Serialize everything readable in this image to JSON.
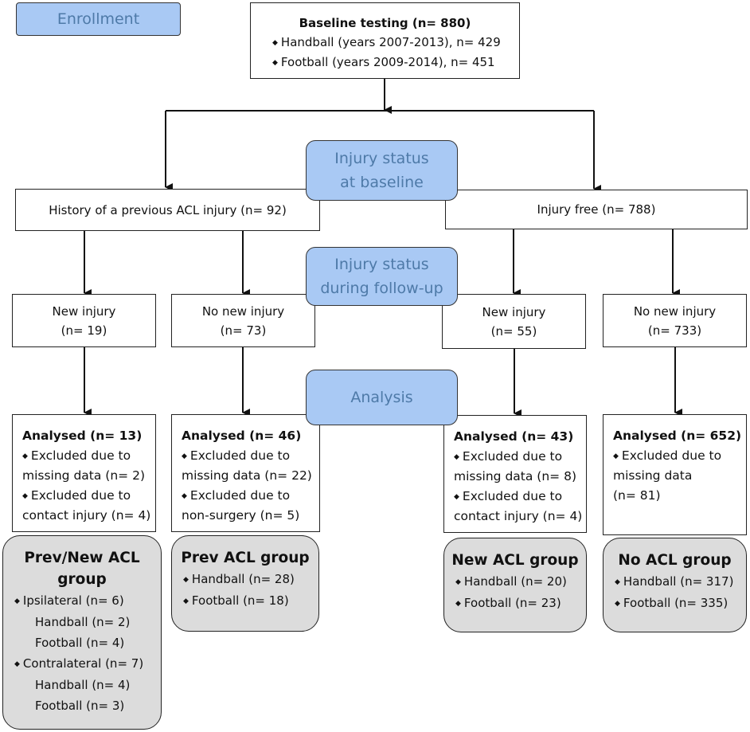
{
  "stages": {
    "enrollment": "Enrollment",
    "injury_baseline": [
      "Injury status",
      "at baseline"
    ],
    "injury_followup": [
      "Injury status",
      "during follow-up"
    ],
    "analysis": "Analysis"
  },
  "baseline": {
    "title": "Baseline testing (n= 880)",
    "items": [
      "Handball (years 2007-2013), n= 429",
      "Football (years 2009-2014), n= 451"
    ]
  },
  "history_box": "History of a previous ACL injury (n= 92)",
  "injury_free_box": "Injury free (n= 788)",
  "followup": [
    {
      "line1": "New injury",
      "line2": "(n= 19)"
    },
    {
      "line1": "No new injury",
      "line2": "(n= 73)"
    },
    {
      "line1": "New injury",
      "line2": "(n= 55)"
    },
    {
      "line1": "No new injury",
      "line2": "(n= 733)"
    }
  ],
  "analysis_boxes": [
    {
      "title": "Analysed (n= 13)",
      "lines": [
        {
          "bullet": true,
          "text": "Excluded due to"
        },
        {
          "bullet": false,
          "text": "missing data (n= 2)"
        },
        {
          "bullet": true,
          "text": "Excluded due to"
        },
        {
          "bullet": false,
          "text": "contact injury (n= 4)"
        }
      ]
    },
    {
      "title": "Analysed (n= 46)",
      "lines": [
        {
          "bullet": true,
          "text": "Excluded due to"
        },
        {
          "bullet": false,
          "text": "missing data (n= 22)"
        },
        {
          "bullet": true,
          "text": "Excluded due to"
        },
        {
          "bullet": false,
          "text": "non-surgery (n= 5)"
        }
      ]
    },
    {
      "title": "Analysed (n= 43)",
      "lines": [
        {
          "bullet": true,
          "text": "Excluded due to"
        },
        {
          "bullet": false,
          "text": "missing data (n= 8)"
        },
        {
          "bullet": true,
          "text": "Excluded due to"
        },
        {
          "bullet": false,
          "text": "contact injury (n= 4)"
        }
      ]
    },
    {
      "title": "Analysed (n= 652)",
      "lines": [
        {
          "bullet": true,
          "text": "Excluded due to"
        },
        {
          "bullet": false,
          "text": "missing data"
        },
        {
          "bullet": false,
          "text": "(n= 81)"
        }
      ]
    }
  ],
  "groups": [
    {
      "title": [
        "Prev/New ACL",
        "group"
      ],
      "lines": [
        {
          "bullet": true,
          "indent": false,
          "text": "Ipsilateral (n= 6)"
        },
        {
          "bullet": false,
          "indent": true,
          "text": "Handball (n= 2)"
        },
        {
          "bullet": false,
          "indent": true,
          "text": "Football (n= 4)"
        },
        {
          "bullet": true,
          "indent": false,
          "text": "Contralateral (n= 7)"
        },
        {
          "bullet": false,
          "indent": true,
          "text": "Handball (n= 4)"
        },
        {
          "bullet": false,
          "indent": true,
          "text": "Football (n= 3)"
        }
      ]
    },
    {
      "title": [
        "Prev ACL group"
      ],
      "lines": [
        {
          "bullet": true,
          "indent": false,
          "text": "Handball (n= 28)"
        },
        {
          "bullet": true,
          "indent": false,
          "text": "Football (n= 18)"
        }
      ]
    },
    {
      "title": [
        "New ACL group"
      ],
      "lines": [
        {
          "bullet": true,
          "indent": false,
          "text": "Handball (n= 20)"
        },
        {
          "bullet": true,
          "indent": false,
          "text": "Football (n= 23)"
        }
      ]
    },
    {
      "title": [
        "No ACL group"
      ],
      "lines": [
        {
          "bullet": true,
          "indent": false,
          "text": "Handball (n= 317)"
        },
        {
          "bullet": true,
          "indent": false,
          "text": "Football (n= 335)"
        }
      ]
    }
  ],
  "colors": {
    "stage_fill": "#a9c9f4",
    "stage_text": "#4e7aa8",
    "group_fill": "#dcdcdc",
    "line": "#111111"
  }
}
